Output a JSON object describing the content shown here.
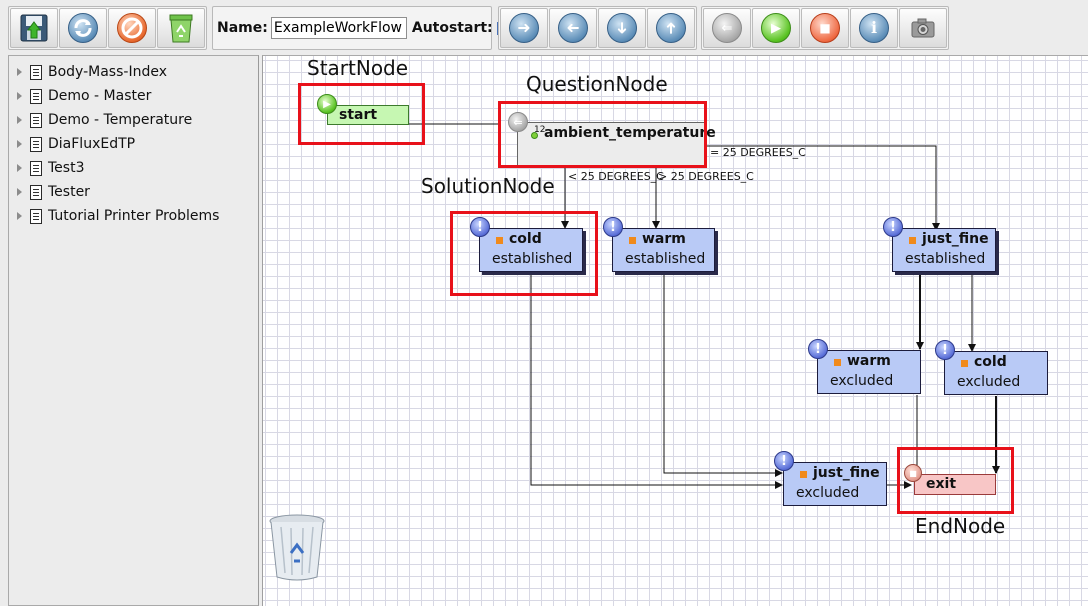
{
  "toolbar": {
    "file_buttons": [
      {
        "name": "save-button",
        "icon": "save-icon",
        "interactable": true
      },
      {
        "name": "refresh-button",
        "icon": "refresh-icon",
        "interactable": true
      },
      {
        "name": "cancel-button",
        "icon": "cancel-icon",
        "interactable": true
      },
      {
        "name": "recycle-button",
        "icon": "recycle-icon",
        "interactable": true
      }
    ],
    "name_label": "Name:",
    "name_value": "ExampleWorkFlow",
    "autostart_label": "Autostart:",
    "autostart_checked": false,
    "layout_buttons": [
      {
        "name": "align-right-button",
        "icon": "arrow-right-icon"
      },
      {
        "name": "align-left-button",
        "icon": "arrow-left-icon"
      },
      {
        "name": "align-down-button",
        "icon": "arrow-down-icon"
      },
      {
        "name": "align-up-button",
        "icon": "arrow-up-icon"
      }
    ],
    "run_buttons": [
      {
        "name": "question-node-tool-button",
        "icon": "question-node-icon"
      },
      {
        "name": "start-node-tool-button",
        "icon": "play-icon"
      },
      {
        "name": "end-node-tool-button",
        "icon": "stop-icon"
      },
      {
        "name": "info-button",
        "icon": "info-icon"
      },
      {
        "name": "snapshot-button",
        "icon": "camera-icon"
      }
    ]
  },
  "sidebar": {
    "items": [
      {
        "label": "Body-Mass-Index"
      },
      {
        "label": "Demo - Master"
      },
      {
        "label": "Demo - Temperature"
      },
      {
        "label": "DiaFluxEdTP"
      },
      {
        "label": "Test3"
      },
      {
        "label": "Tester"
      },
      {
        "label": "Tutorial Printer Problems"
      }
    ]
  },
  "flow": {
    "start": {
      "title": "start"
    },
    "question": {
      "title": "ambient_temperature",
      "marker": "12"
    },
    "conditions": {
      "less": "< 25 DEGREES_C",
      "greater": "> 25 DEGREES_C",
      "equal": "= 25 DEGREES_C"
    },
    "solutions": [
      {
        "key": "cold_est",
        "title": "cold",
        "status": "established"
      },
      {
        "key": "warm_est",
        "title": "warm",
        "status": "established"
      },
      {
        "key": "justfine_est",
        "title": "just_fine",
        "status": "established"
      },
      {
        "key": "warm_exc",
        "title": "warm",
        "status": "excluded"
      },
      {
        "key": "cold_exc",
        "title": "cold",
        "status": "excluded"
      },
      {
        "key": "justfine_exc",
        "title": "just_fine",
        "status": "excluded"
      }
    ],
    "end": {
      "title": "exit"
    },
    "badge_glyph": "!"
  },
  "annotations": {
    "start_node": "StartNode",
    "question_node": "QuestionNode",
    "solution_node": "SolutionNode",
    "end_node": "EndNode"
  },
  "colors": {
    "callout": "#e8111a",
    "start_fill": "#c6f7b2",
    "end_fill": "#f8c6c6",
    "solution_fill": "#b9caf6",
    "solution_marker": "#f08a1c"
  }
}
